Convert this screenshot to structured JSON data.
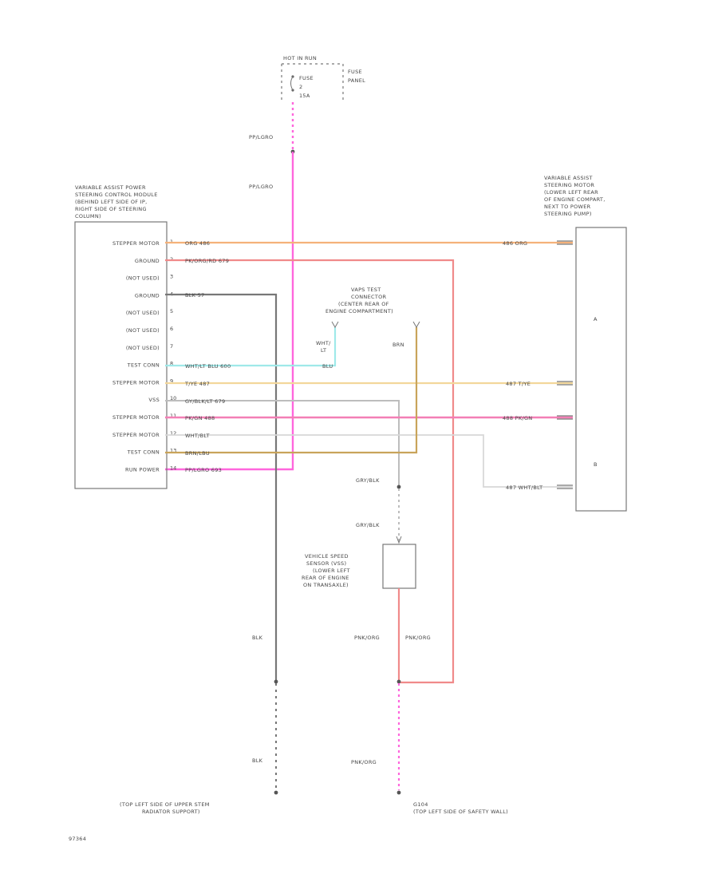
{
  "fuse_panel": {
    "hot_label": "HOT IN RUN",
    "fuse_label": "FUSE",
    "fuse_number": "2",
    "fuse_amps": "15A",
    "panel_label_1": "FUSE",
    "panel_label_2": "PANEL"
  },
  "module_left": {
    "title": [
      "VARIABLE ASSIST POWER",
      "STEERING CONTROL MODULE",
      "(BEHIND LEFT SIDE OF IP,",
      "RIGHT SIDE OF STEERING",
      "COLUMN)"
    ],
    "pins": [
      {
        "num": "1",
        "label": "STEPPER MOTOR"
      },
      {
        "num": "2",
        "label": "GROUND"
      },
      {
        "num": "3",
        "label": "(NOT USED)"
      },
      {
        "num": "4",
        "label": "GROUND"
      },
      {
        "num": "5",
        "label": "(NOT USED)"
      },
      {
        "num": "6",
        "label": "(NOT USED)"
      },
      {
        "num": "7",
        "label": "(NOT USED)"
      },
      {
        "num": "8",
        "label": "TEST CONN"
      },
      {
        "num": "9",
        "label": "STEPPER MOTOR"
      },
      {
        "num": "10",
        "label": "VSS"
      },
      {
        "num": "11",
        "label": "STEPPER MOTOR"
      },
      {
        "num": "12",
        "label": "STEPPER MOTOR"
      },
      {
        "num": "13",
        "label": "TEST CONN"
      },
      {
        "num": "14",
        "label": "RUN POWER"
      }
    ]
  },
  "module_right": {
    "title": [
      "VARIABLE ASSIST",
      "STEERING MOTOR",
      "(LOWER LEFT REAR",
      "OF ENGINE COMPART,",
      "NEXT TO POWER",
      "STEERING PUMP)"
    ],
    "pin_a": "A",
    "pin_b": "B"
  },
  "test_connector": {
    "title": [
      "VAPS TEST",
      "CONNECTOR",
      "(CENTER REAR OF",
      "ENGINE COMPARTMENT)"
    ]
  },
  "vss": {
    "title": [
      "VEHICLE SPEED",
      "SENSOR (VSS)",
      "(LOWER LEFT",
      "REAR OF ENGINE",
      "ON TRANSAXLE)"
    ]
  },
  "wires": {
    "run_power_top": "PP/LGRO",
    "run_power_mid": "PP/LGRO",
    "w1": "ORG 486",
    "w1r": "486 ORG",
    "w2": "PK/ORG/RD 679",
    "w4": "BLK 57",
    "w8": "WHT/LT BLU 600",
    "w8_conn": "WHT/",
    "w8_conn2": "LT",
    "w8_conn3": "BLU",
    "brn_conn": "BRN",
    "w9": "T/YE 487",
    "w9r": "487 T/YE",
    "w10": "GY/BLK/LT 679",
    "w11": "PK/GN 488",
    "w11r": "488 PK/GN",
    "w12": "WHT/BLT",
    "w12r": "487 WHT/BLT",
    "w13": "BRN/LBU",
    "w14": "PP/LGRO 693",
    "vss_top": "GRY/BLK",
    "vss_bot": "GRY/BLK",
    "gnd_blk": "BLK",
    "gnd_blk2": "BLK",
    "pk_org_left": "PNK/ORG",
    "pk_org_right": "PNK/ORG",
    "pk_org_bottom": "PNK/ORG"
  },
  "grounds": {
    "left": [
      "(TOP LEFT SIDE OF UPPER STEM",
      "RADIATOR SUPPORT)"
    ],
    "right_1": "G104",
    "right_2": "(TOP LEFT SIDE OF SAFETY WALL)"
  },
  "figure_id": "97364",
  "colors": {
    "pink": "#ff66dd",
    "orange": "#f5b27a",
    "red": "#f08a8a",
    "black": "#777777",
    "cyan": "#9fe9e9",
    "yellow": "#f3d79a",
    "gray": "#bdbdbd",
    "pink2": "#f37fb5",
    "light": "#d8d8d8",
    "brown": "#c9a45a"
  }
}
